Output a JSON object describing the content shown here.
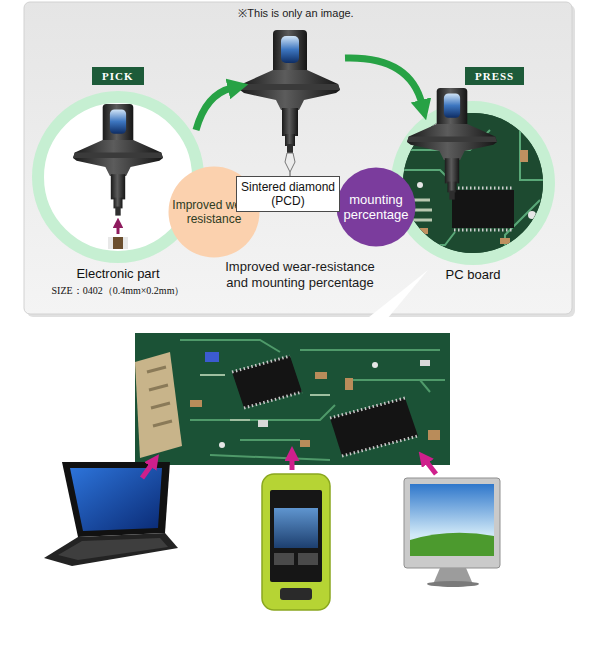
{
  "diagram": {
    "nodes": [
      {
        "text": [
          "PICK"
        ]
      },
      {
        "text": [
          "PRESS"
        ]
      },
      {
        "text": [
          "Electronic part",
          "SIZE：0402（0.4mm×0.2mm）"
        ]
      },
      {
        "text": [
          "Sintered diamond (PCD)"
        ]
      },
      {
        "text": [
          "Improved wear-resistance"
        ]
      },
      {
        "text": [
          "mounting percentage"
        ]
      },
      {
        "text": [
          "PC board"
        ]
      }
    ],
    "labels": [
      "※This is only an image.",
      "Improved wear-resistance and mounting percentage"
    ]
  }
}
